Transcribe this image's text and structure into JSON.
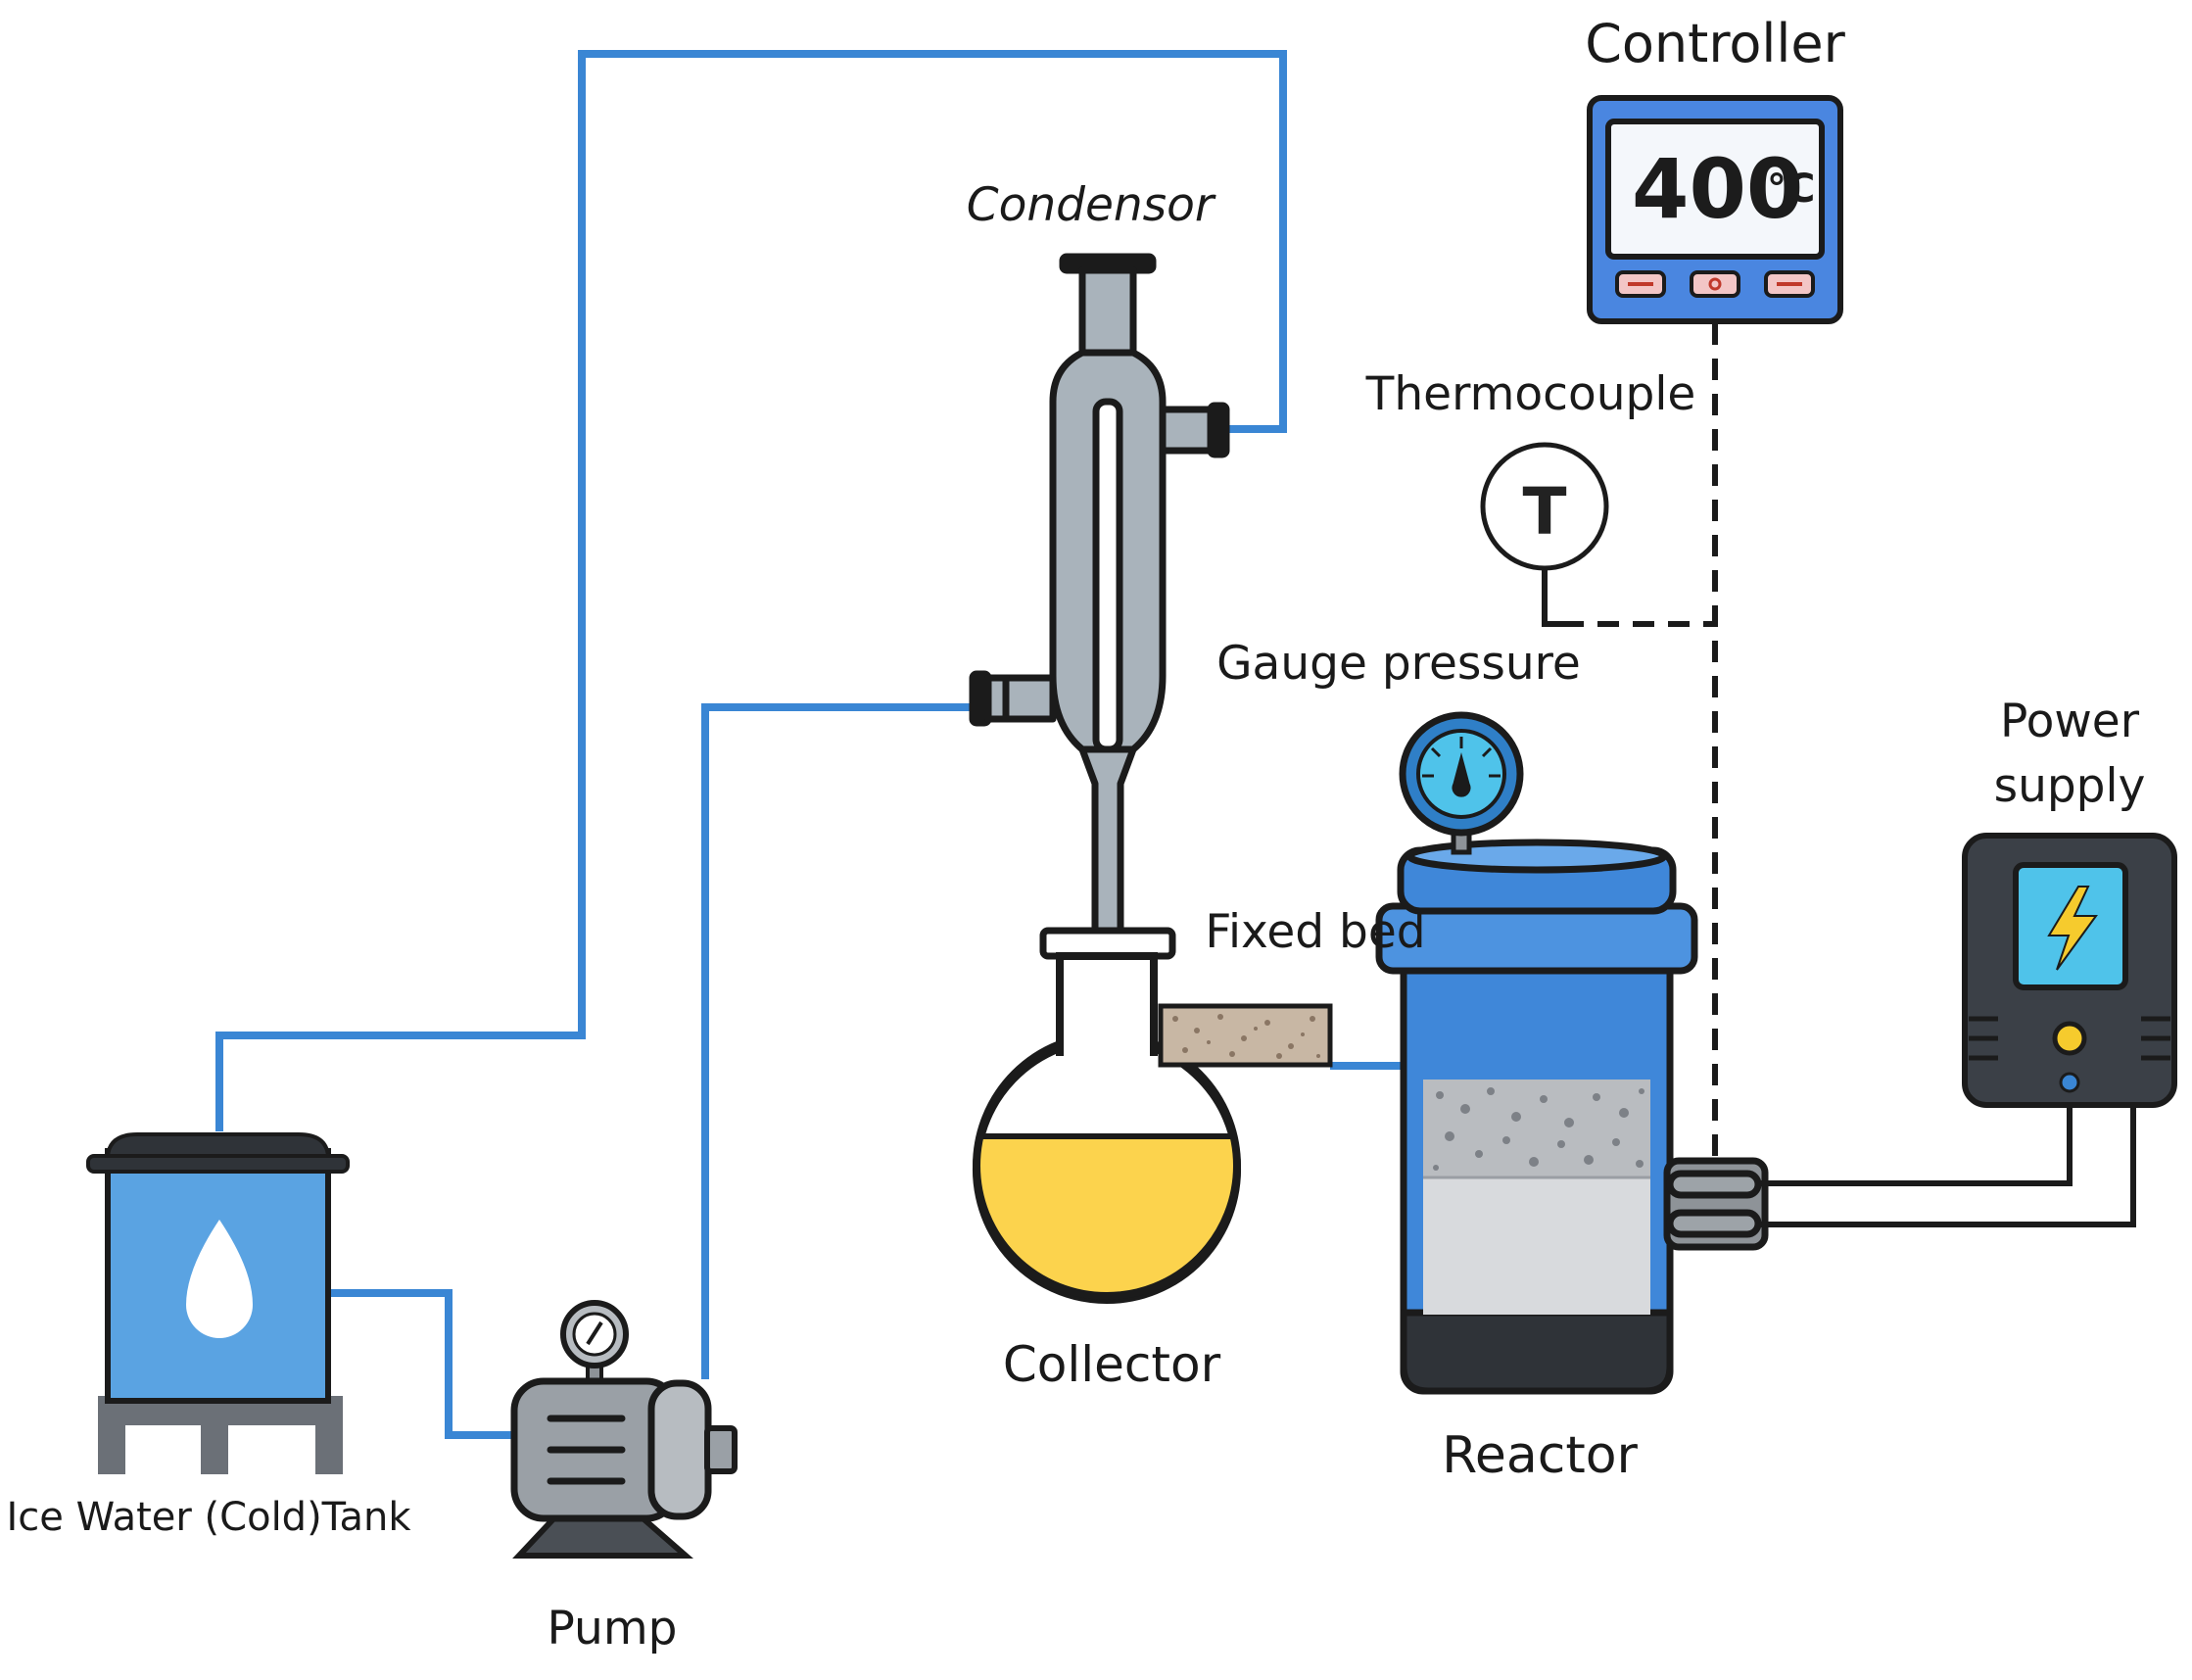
{
  "labels": {
    "controller": "Controller",
    "condensor": "Condensor",
    "thermocouple": "Thermocouple",
    "gauge_pressure": "Gauge pressure",
    "power_supply_line1": "Power",
    "power_supply_line2": "supply",
    "fixed_bed": "Fixed bed",
    "collector": "Collector",
    "reactor": "Reactor",
    "tank": "Ice Water (Cold)Tank",
    "pump": "Pump"
  },
  "controller": {
    "temperature": "400",
    "unit": "°C"
  },
  "thermocouple_symbol": "T",
  "colors": {
    "water_line": "#3a86d4",
    "reactor_blue": "#3f87d9",
    "tank_blue": "#5aa3e2",
    "oil_yellow": "#fcd34d",
    "glass_gray": "#a9b3bb",
    "outline": "#1b1b1b",
    "controller_frame": "#4a86e0",
    "power_screen": "#4fc3ea",
    "bolt_yellow": "#f6cb2d"
  },
  "icons": {
    "tank": "water-drop-icon",
    "power": "lightning-bolt-icon"
  }
}
